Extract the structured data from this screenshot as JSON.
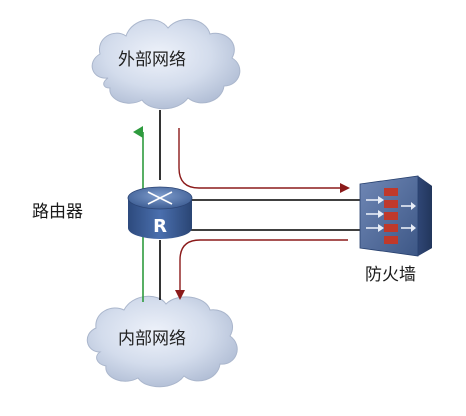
{
  "nodes": {
    "external_network": {
      "label": "外部网络"
    },
    "internal_network": {
      "label": "内部网络"
    },
    "router": {
      "label": "路由器",
      "badge": "R"
    },
    "firewall": {
      "label": "防火墙"
    }
  },
  "colors": {
    "cloud_fill": "#c9d3e6",
    "router_body": "#3c5f99",
    "firewall_body": "#46608f",
    "firewall_bricks": "#c0392b",
    "link_line": "#000000",
    "traffic_arrow": "#8b1a1a",
    "bypass_arrow": "#2e9b3e"
  },
  "icons": [
    "cloud-icon",
    "router-icon",
    "firewall-icon"
  ]
}
